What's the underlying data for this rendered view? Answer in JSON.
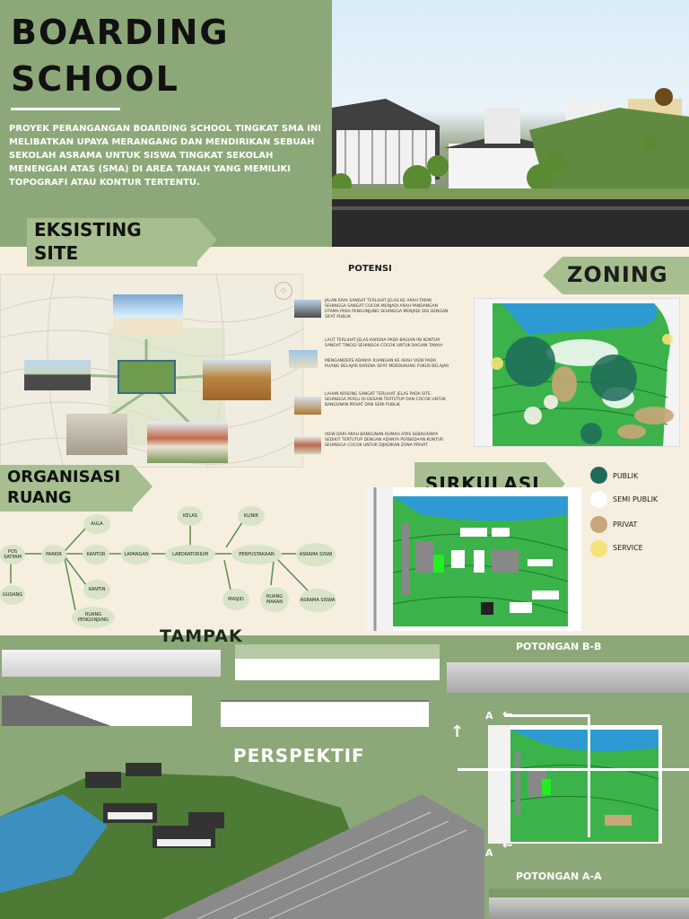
{
  "header": {
    "title_line1": "BOARDING",
    "title_line2": "SCHOOL",
    "description": "PROYEK PERANGANGAN BOARDING SCHOOL TINGKAT SMA INI MELIBATKAN UPAYA MERANGANG DAN MENDIRIKAN SEBUAH SEKOLAH ASRAMA UNTUK SISWA TINGKAT SEKOLAH MENENGAH ATAS (SMA) DI AREA TANAH YANG MEMILIKI TOPOGRAFI ATAU KONTUR TERTENTU."
  },
  "sections": {
    "existing": "EKSISTING SITE",
    "potensi": "POTENSI",
    "zoning": "ZONING",
    "organisasi": "ORGANISASI RUANG",
    "sirkulasi": "SIRKULASI",
    "tampak": "TAMPAK",
    "potongan_bb": "POTONGAN B-B",
    "perspektif": "PERSPEKTIF",
    "potongan_aa": "POTONGAN A-A",
    "marker_a": "A"
  },
  "potensi_items": [
    "JALAN RAYA SANGAT TERLIHAT JELAS KE ARAH TAPAK SEHINGGA SANGAT COCOK MENJADI ARAH PANDANGAN UTAMA PARA PENGUNJUNG SEHINGGA MENJADI SISI DENGAN SIFAT PUBLIK",
    "LAUT TERLIHAT JELAS KARENA PADA BAGIAN INI KONTUR SANGAT TINGGI SEHINGGA COCOK UNTUK BAGIAN TANAH",
    "MENGANDERS ADANYA RUANGAN KE ARAH VIEW PADA RUANG BELAJAR KARENA SIFAT MENDUKUNG FOKUS BELAJAR",
    "LAHAN KOSONG SANGAT TERLIHAT JELAS PADA SITE. SEHINGGA PERLU DI DESAIN TERTUTUP DAN COCOK UNTUK BANGUNAN PRIVAT DAN SEMI PUBLIK",
    "VIEW DARI ARAH BANGUNAN RUMAH ATAS SEBAGAINYA SEDIKIT TERTUTUP DENGAN ADANYA PERBEDAAN KONTUR SEHINGGA COCOK UNTUK DIJADIKAN ZONA PRIVAT"
  ],
  "legend": [
    {
      "label": "PUBLIK",
      "color": "#1f6b5a"
    },
    {
      "label": "SEMI PUBLIK",
      "color": "#ffffff"
    },
    {
      "label": "PRIVAT",
      "color": "#c9a678"
    },
    {
      "label": "SERVICE",
      "color": "#f5e27a"
    }
  ],
  "organisasi_nodes": {
    "pos": "POS SATPAM",
    "gudang": "GUDANG",
    "parkir": "PARKIR",
    "aula": "AULA",
    "kantor": "KANTOR",
    "kantin": "KANTIN",
    "ruang_pengunjung": "RUANG PENGUNJUNG",
    "lapangan": "LAPANGAN",
    "lab": "LABORATORIUM",
    "kelas": "KELAS",
    "klinik": "KLINIK",
    "perpustakaan": "PERPUSTAKAAN",
    "masjid": "MASJID",
    "asrama_siswi": "ASRAMA SISWI",
    "ruang_makan": "RUANG MAKAN",
    "asrama_siswa": "ASRAMA SISWA"
  }
}
